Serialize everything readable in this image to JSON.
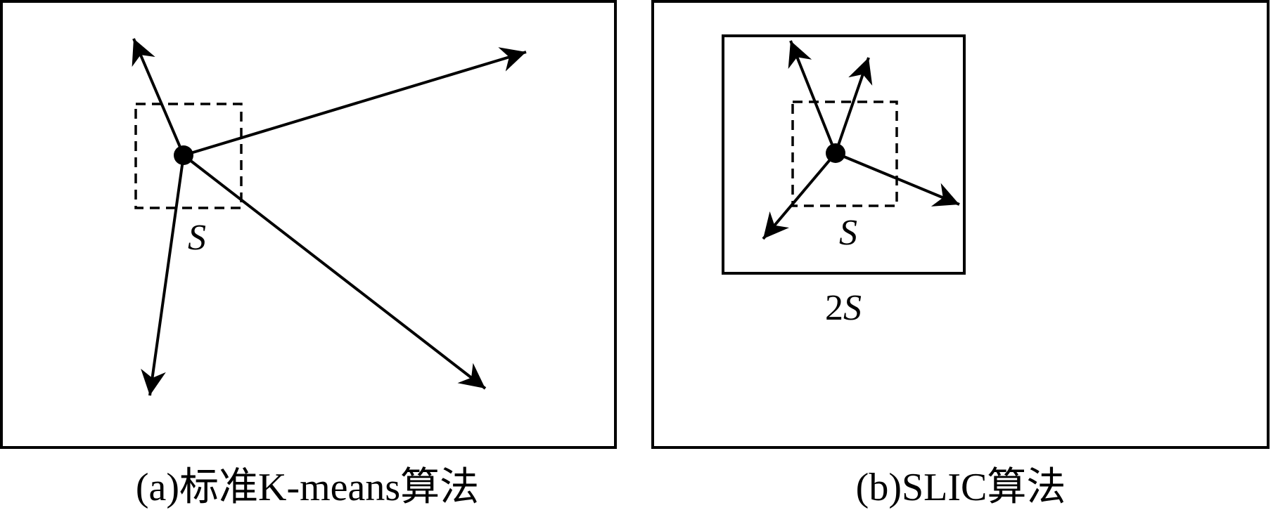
{
  "panel_a": {
    "caption": "(a)标准K-means算法",
    "window_label": "S"
  },
  "panel_b": {
    "caption": "(b)SLIC算法",
    "window_label": "S",
    "search_label_num": "2",
    "search_label_var": "S"
  },
  "colors": {
    "stroke": "#000000",
    "background": "#ffffff"
  }
}
